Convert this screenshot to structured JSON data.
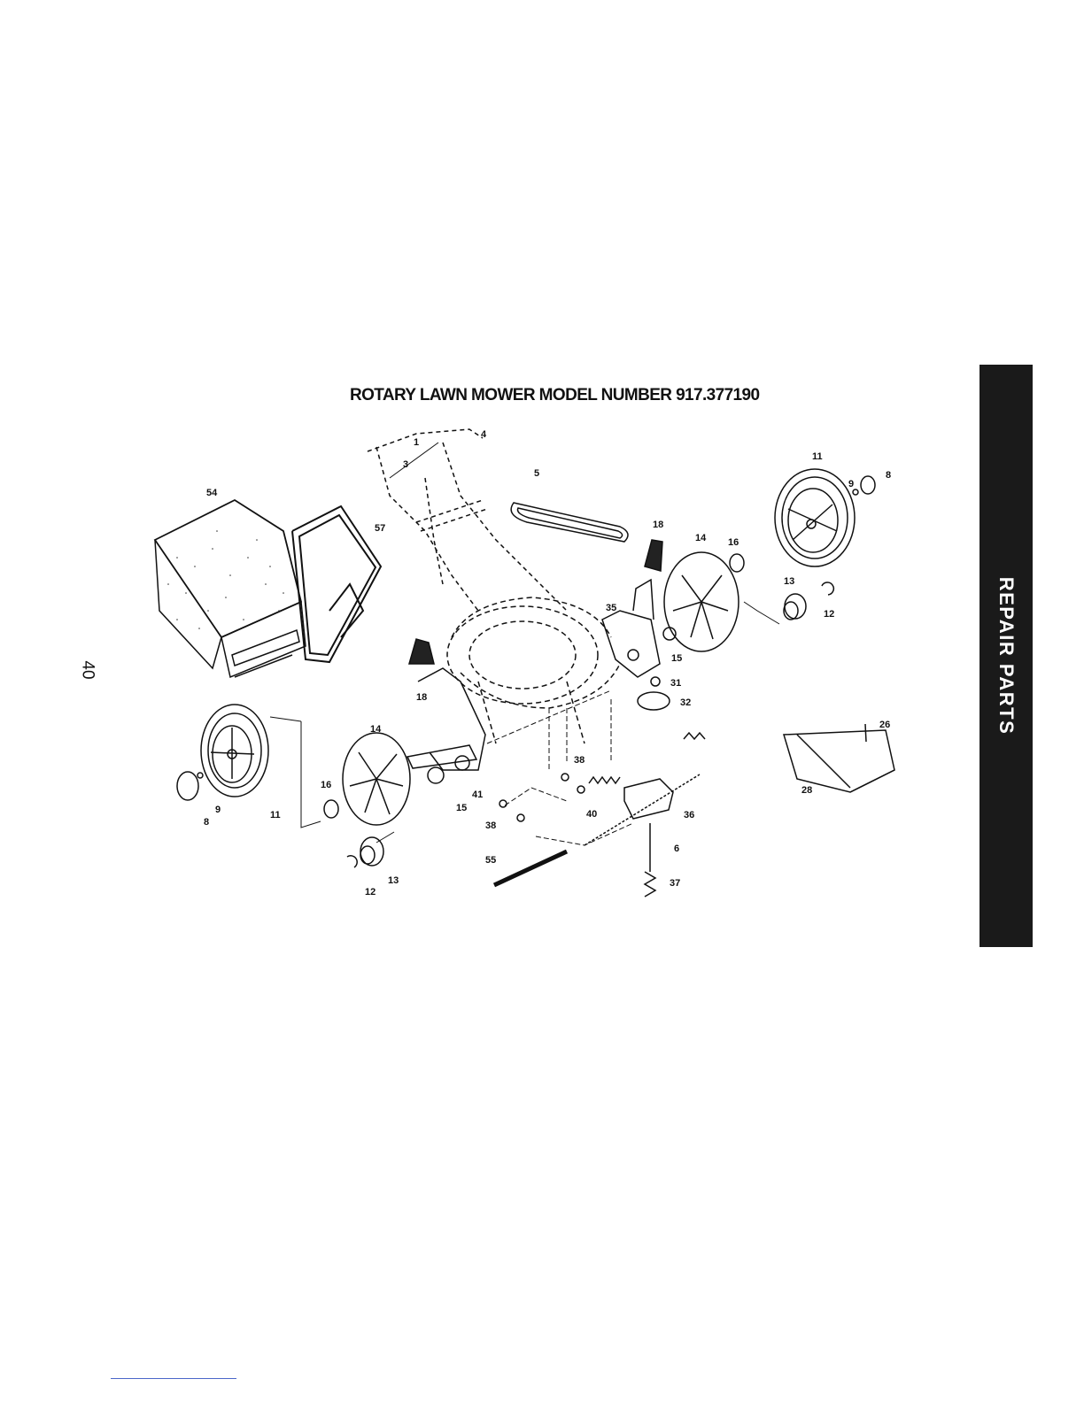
{
  "title": "ROTARY LAWN MOWER MODEL NUMBER 917.377190",
  "section_tab": "REPAIR PARTS",
  "page_number": "40",
  "callouts": {
    "c1": "1",
    "c3": "3",
    "c4": "4",
    "c5": "5",
    "c6": "6",
    "c8a": "8",
    "c8b": "8",
    "c9a": "9",
    "c9b": "9",
    "c11a": "11",
    "c11b": "11",
    "c12a": "12",
    "c12b": "12",
    "c13a": "13",
    "c13b": "13",
    "c14a": "14",
    "c14b": "14",
    "c15a": "15",
    "c15b": "15",
    "c16a": "16",
    "c16b": "16",
    "c18a": "18",
    "c18b": "18",
    "c26": "26",
    "c28": "28",
    "c31": "31",
    "c32": "32",
    "c35": "35",
    "c36": "36",
    "c37": "37",
    "c38a": "38",
    "c38b": "38",
    "c40": "40",
    "c41": "41",
    "c54": "54",
    "c55": "55",
    "c57": "57"
  },
  "colors": {
    "tab_background": "#1a1a1a",
    "tab_text": "#ffffff",
    "ink": "#111111",
    "footer_rule": "#4b67c9"
  }
}
